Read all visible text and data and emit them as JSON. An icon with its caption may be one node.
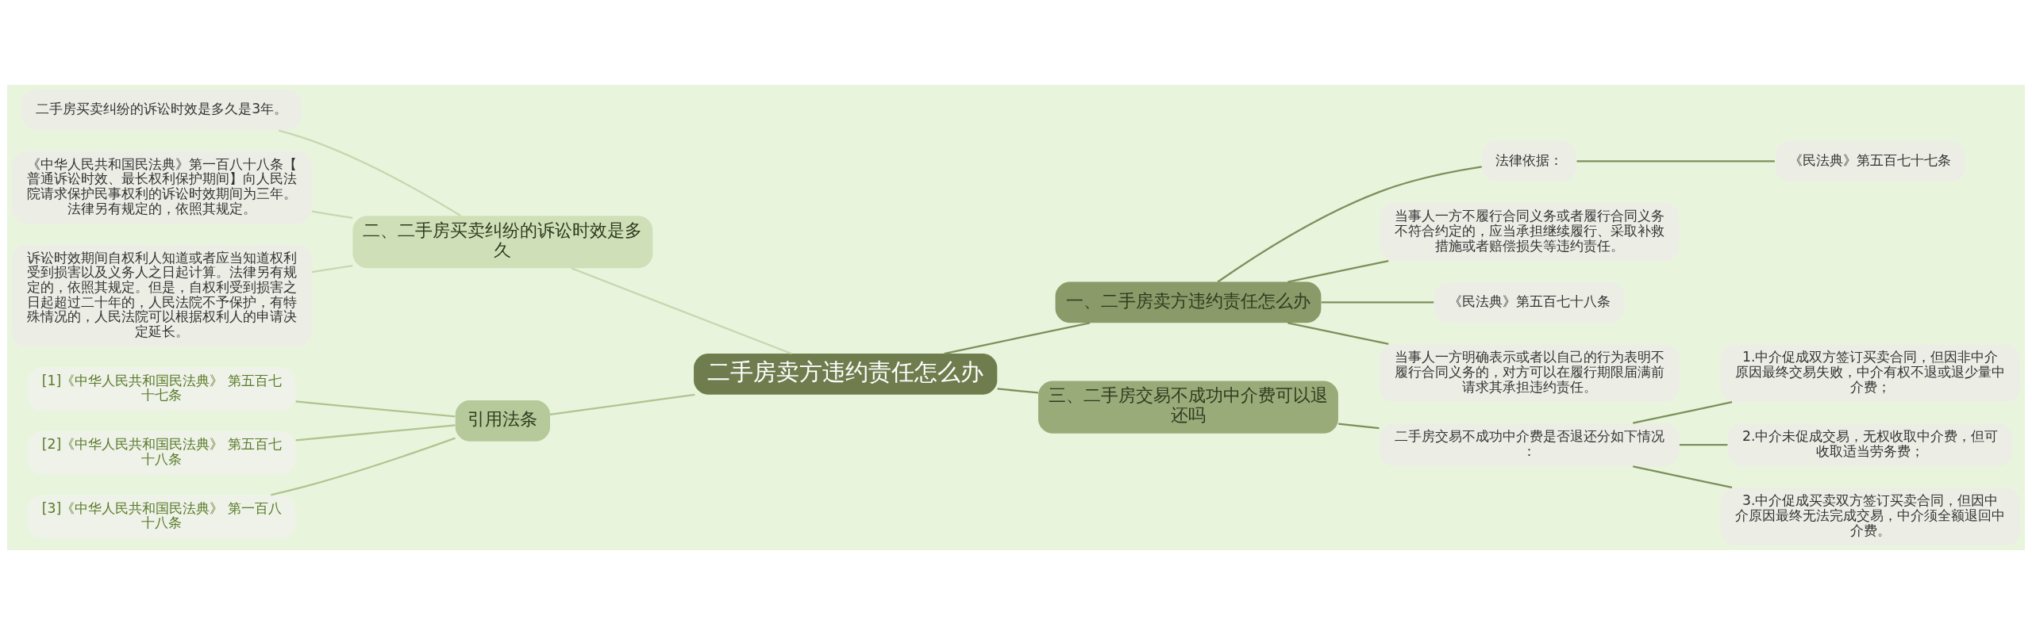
{
  "diagram": {
    "nodes": [
      {
        "text": [
          "二手房卖方违约责任怎么办"
        ]
      },
      {
        "text": [
          "一、二手房卖方违约责任怎么办"
        ]
      },
      {
        "text": [
          "法律依据："
        ]
      },
      {
        "text": [
          "《民法典》第五百七十七条"
        ]
      },
      {
        "text": [
          "当事人一方不履行合同义务或者履行合同义务不符合约定的，应当承担继续履行、采取补救措施或者赔偿损失等违约责任。"
        ]
      },
      {
        "text": [
          "《民法典》第五百七十八条"
        ]
      },
      {
        "text": [
          "当事人一方明确表示或者以自己的行为表明不履行合同义务的，对方可以在履行期限届满前请求其承担违约责任。"
        ]
      },
      {
        "text": [
          "三、二手房交易不成功中介费可以退还吗"
        ]
      },
      {
        "text": [
          "二手房交易不成功中介费是否退还分如下情况："
        ]
      },
      {
        "text": [
          "1.中介促成双方签订买卖合同，但因非中介原因最终交易失败，中介有权不退或退少量中介费；"
        ]
      },
      {
        "text": [
          "2.中介未促成交易，无权收取中介费，但可收取适当劳务费；"
        ]
      },
      {
        "text": [
          "3.中介促成买卖双方签订买卖合同，但因中介原因最终无法完成交易，中介须全额退回中介费。"
        ]
      },
      {
        "text": [
          "二、二手房买卖纠纷的诉讼时效是多久"
        ]
      },
      {
        "text": [
          "二手房买卖纠纷的诉讼时效是多久是3年。"
        ]
      },
      {
        "text": [
          "《中华人民共和国民法典》第一百八十八条【普通诉讼时效、最长权利保护期间】向人民法院请求保护民事权利的诉讼时效期间为三年。法律另有规定的，依照其规定。"
        ]
      },
      {
        "text": [
          "诉讼时效期间自权利人知道或者应当知道权利受到损害以及义务人之日起计算。法律另有规定的，依照其规定。但是，自权利受到损害之日起超过二十年的，人民法院不予保护，有特殊情况的，人民法院可以根据权利人的申请决定延长。"
        ]
      },
      {
        "text": [
          "引用法条"
        ]
      },
      {
        "text": [
          "[1]《中华人民共和国民法典》 第五百七十七条"
        ]
      },
      {
        "text": [
          "[2]《中华人民共和国民法典》 第五百七十八条"
        ]
      },
      {
        "text": [
          "[3]《中华人民共和国民法典》 第一百八十八条"
        ]
      }
    ],
    "edges": [
      {
        "from": 0,
        "to": 1,
        "arrow": "none"
      },
      {
        "from": 1,
        "to": 2,
        "arrow": "none"
      },
      {
        "from": 2,
        "to": 3,
        "arrow": "none"
      },
      {
        "from": 1,
        "to": 4,
        "arrow": "none"
      },
      {
        "from": 1,
        "to": 5,
        "arrow": "none"
      },
      {
        "from": 1,
        "to": 6,
        "arrow": "none"
      },
      {
        "from": 0,
        "to": 7,
        "arrow": "none"
      },
      {
        "from": 7,
        "to": 8,
        "arrow": "none"
      },
      {
        "from": 8,
        "to": 9,
        "arrow": "none"
      },
      {
        "from": 8,
        "to": 10,
        "arrow": "none"
      },
      {
        "from": 8,
        "to": 11,
        "arrow": "none"
      },
      {
        "from": 12,
        "to": 0,
        "arrow": "none",
        "color": "#c6d8b0"
      },
      {
        "from": 13,
        "to": 12,
        "arrow": "none",
        "color": "#c6d8b0"
      },
      {
        "from": 14,
        "to": 12,
        "arrow": "none",
        "color": "#c6d8b0"
      },
      {
        "from": 15,
        "to": 12,
        "arrow": "none",
        "color": "#c6d8b0"
      },
      {
        "from": 16,
        "to": 0,
        "arrow": "none",
        "color": "#b0c490"
      },
      {
        "from": 17,
        "to": 16,
        "arrow": "none",
        "color": "#b0c490"
      },
      {
        "from": 18,
        "to": 16,
        "arrow": "none",
        "color": "#b0c490"
      },
      {
        "from": 19,
        "to": 16,
        "arrow": "none",
        "color": "#b0c490"
      }
    ]
  }
}
